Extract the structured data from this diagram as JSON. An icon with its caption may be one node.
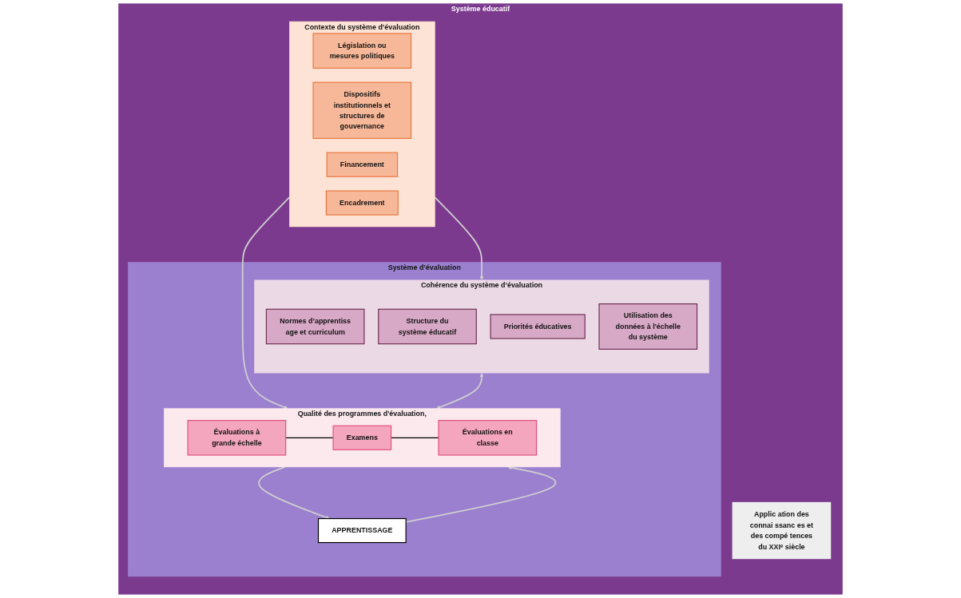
{
  "diagram": {
    "nodes": [
      {
        "text": [
          "Système éducatif"
        ]
      },
      {
        "text": [
          "Contexte du système d’évaluation"
        ],
        "in": 0
      },
      {
        "text": [
          "Législation ou mesures politiques"
        ],
        "in": 1
      },
      {
        "text": [
          "Dispositifs institutionnels et structures de gouvernance"
        ],
        "in": 1
      },
      {
        "text": [
          "Financement"
        ],
        "in": 1
      },
      {
        "text": [
          "Encadrement"
        ],
        "in": 1
      },
      {
        "text": [
          "Système d’évaluation"
        ],
        "in": 0
      },
      {
        "text": [
          "Cohérence du système d’évaluation"
        ],
        "in": 6
      },
      {
        "text": [
          "Normes d’apprentiss age et curriculum"
        ],
        "in": 7
      },
      {
        "text": [
          "Structure du système éducatif"
        ],
        "in": 7
      },
      {
        "text": [
          "Priorités éducatives"
        ],
        "in": 7
      },
      {
        "text": [
          "Utilisation des données à l'échelle du système"
        ],
        "in": 7
      },
      {
        "text": [
          "Qualité des programmes d'évaluation,"
        ],
        "in": 6
      },
      {
        "text": [
          "Évaluations à grande échelle"
        ],
        "in": 12
      },
      {
        "text": [
          "Examens"
        ],
        "in": 12
      },
      {
        "text": [
          "Évaluations en classe"
        ],
        "in": 12
      },
      {
        "text": [
          "APPRENTISSAGE"
        ],
        "in": 6
      },
      {
        "text": [
          "Applic ation des connai ssanc es et des compé tences du XXIᵉ siècle"
        ],
        "in": 0
      }
    ],
    "edges": [
      {
        "from": 1,
        "to": 7,
        "arrow": "to"
      },
      {
        "from": 1,
        "to": 12,
        "arrow": "to"
      },
      {
        "from": 7,
        "to": 12,
        "arrow": "both"
      },
      {
        "from": 13,
        "to": 14,
        "arrow": "none",
        "color": "#000000"
      },
      {
        "from": 14,
        "to": 15,
        "arrow": "none",
        "color": "#000000"
      },
      {
        "from": 12,
        "to": 16,
        "arrow": "to"
      },
      {
        "from": 16,
        "to": 12,
        "arrow": "to"
      }
    ]
  }
}
